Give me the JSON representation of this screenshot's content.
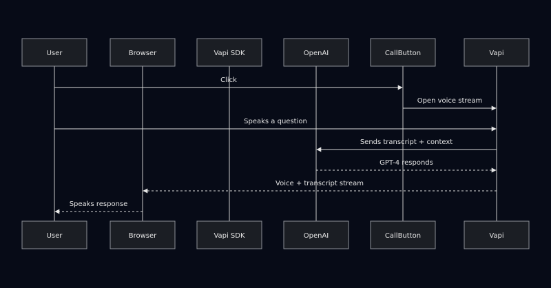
{
  "participants": [
    {
      "id": "user",
      "label": "User"
    },
    {
      "id": "browser",
      "label": "Browser"
    },
    {
      "id": "vapi-sdk",
      "label": "Vapi SDK"
    },
    {
      "id": "openai",
      "label": "OpenAI"
    },
    {
      "id": "callbutton",
      "label": "CallButton"
    },
    {
      "id": "vapi",
      "label": "Vapi"
    }
  ],
  "messages": [
    {
      "from": "user",
      "to": "callbutton",
      "text": "Click",
      "style": "solid"
    },
    {
      "from": "callbutton",
      "to": "vapi",
      "text": "Open voice stream",
      "style": "solid"
    },
    {
      "from": "user",
      "to": "vapi",
      "text": "Speaks a question",
      "style": "solid"
    },
    {
      "from": "vapi",
      "to": "openai",
      "text": "Sends transcript + context",
      "style": "solid"
    },
    {
      "from": "openai",
      "to": "vapi",
      "text": "GPT-4 responds",
      "style": "dashed"
    },
    {
      "from": "vapi",
      "to": "browser",
      "text": "Voice + transcript stream",
      "style": "dashed"
    },
    {
      "from": "browser",
      "to": "user",
      "text": "Speaks response",
      "style": "dashed"
    }
  ]
}
